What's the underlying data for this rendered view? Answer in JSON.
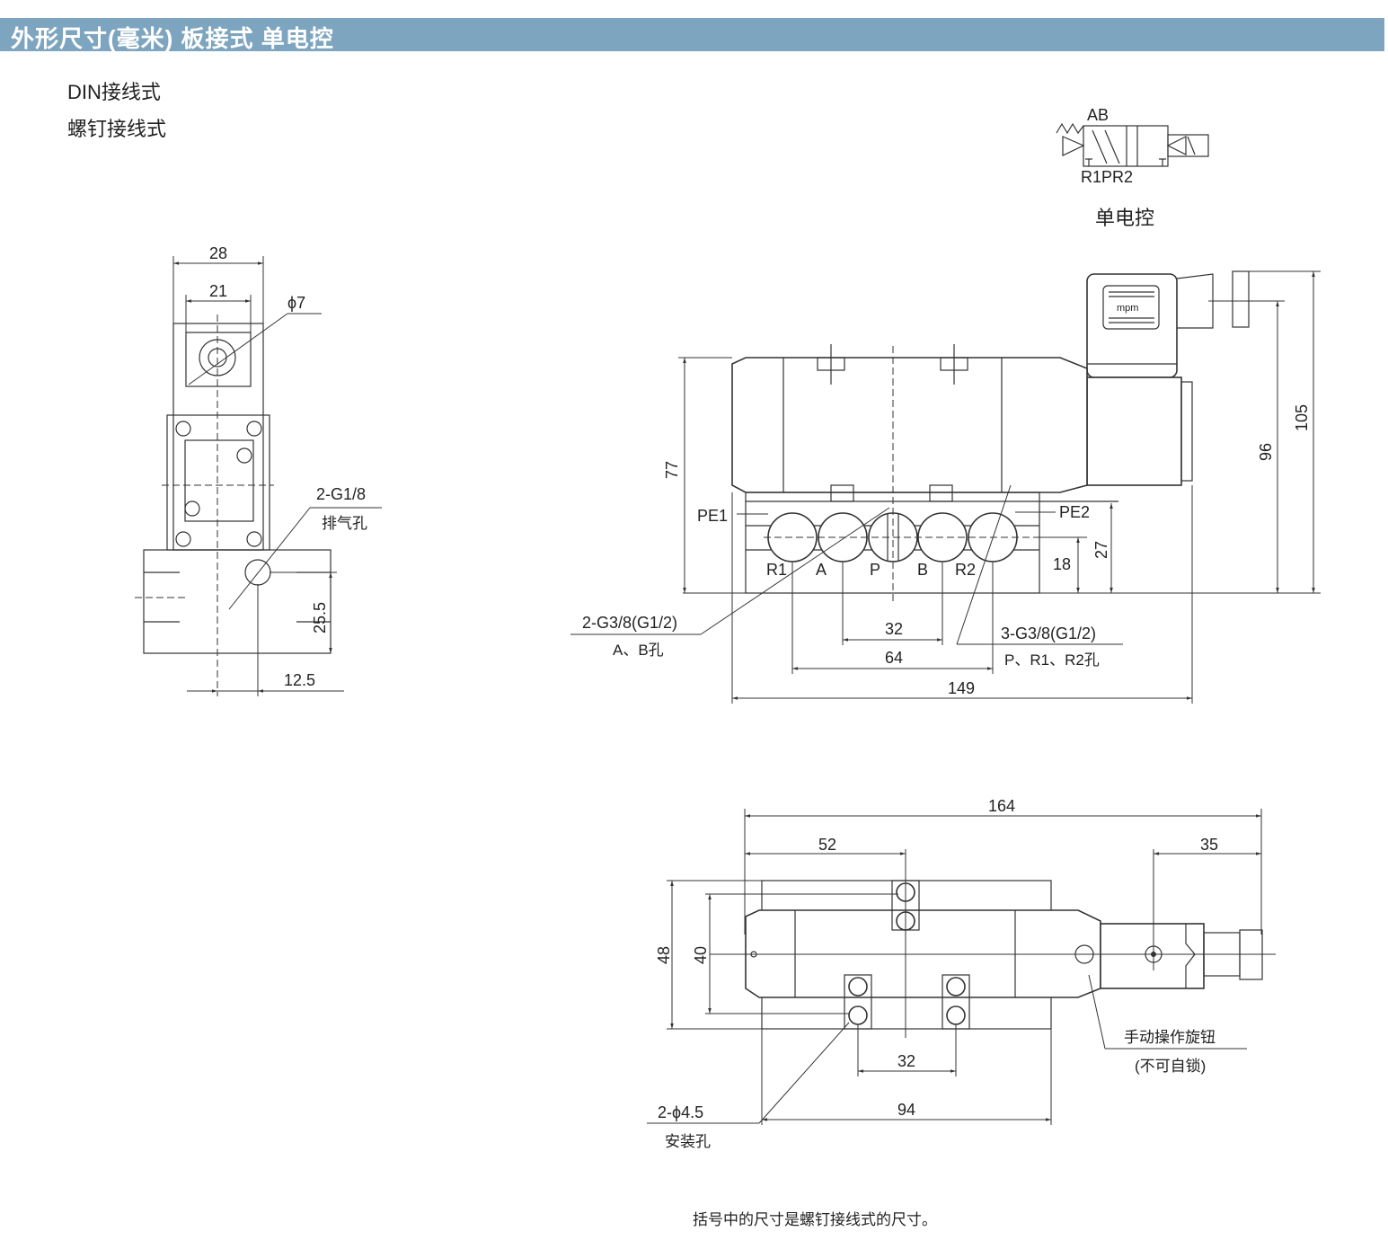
{
  "header": {
    "title": "外形尺寸(毫米)  板接式 单电控",
    "color": "#7ea5bf"
  },
  "subtitles": [
    "DIN接线式",
    "螺钉接线式"
  ],
  "symbol": {
    "top_label": "AB",
    "bottom_label": "R1PR2",
    "caption": "单电控"
  },
  "side_view": {
    "dim_width_outer": "28",
    "dim_width_inner": "21",
    "dim_hole": "ϕ7",
    "exhaust_spec": "2-G1/8",
    "exhaust_label": "排气孔",
    "dim_height": "25.5",
    "dim_offset": "12.5"
  },
  "front_view": {
    "connector_label": "mpm",
    "ports": [
      "R1",
      "A",
      "P",
      "B",
      "R2"
    ],
    "pe_left": "PE1",
    "pe_right": "PE2",
    "dim_77": "77",
    "dim_27": "27",
    "dim_18": "18",
    "dim_96": "96",
    "dim_105": "105",
    "dim_32": "32",
    "dim_64": "64",
    "dim_149": "149",
    "ab_spec": "2-G3/8(G1/2)",
    "ab_label": "A、B孔",
    "pr_spec": "3-G3/8(G1/2)",
    "pr_label": "P、R1、R2孔"
  },
  "top_view": {
    "dim_164": "164",
    "dim_52": "52",
    "dim_35": "35",
    "dim_48": "48",
    "dim_40": "40",
    "dim_32": "32",
    "dim_94": "94",
    "mount_spec": "2-ϕ4.5",
    "mount_label": "安装孔",
    "manual_label": "手动操作旋钮",
    "manual_note": "(不可自锁)"
  },
  "footnote": "括号中的尺寸是螺钉接线式的尺寸。"
}
